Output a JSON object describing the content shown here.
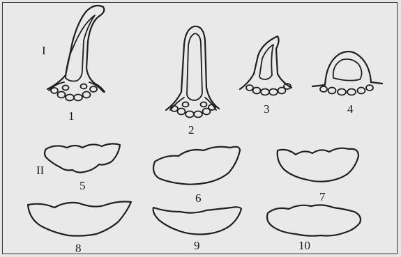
{
  "group_labels": {
    "row1": "I",
    "row2": "II"
  },
  "figures": [
    {
      "id": "1",
      "label": "1"
    },
    {
      "id": "2",
      "label": "2"
    },
    {
      "id": "3",
      "label": "3"
    },
    {
      "id": "4",
      "label": "4"
    },
    {
      "id": "5",
      "label": "5"
    },
    {
      "id": "6",
      "label": "6"
    },
    {
      "id": "7",
      "label": "7"
    },
    {
      "id": "8",
      "label": "8"
    },
    {
      "id": "9",
      "label": "9"
    },
    {
      "id": "10",
      "label": "10"
    }
  ],
  "colors": {
    "ink": "#1f1f1f",
    "paper": "#e9e9e9"
  }
}
